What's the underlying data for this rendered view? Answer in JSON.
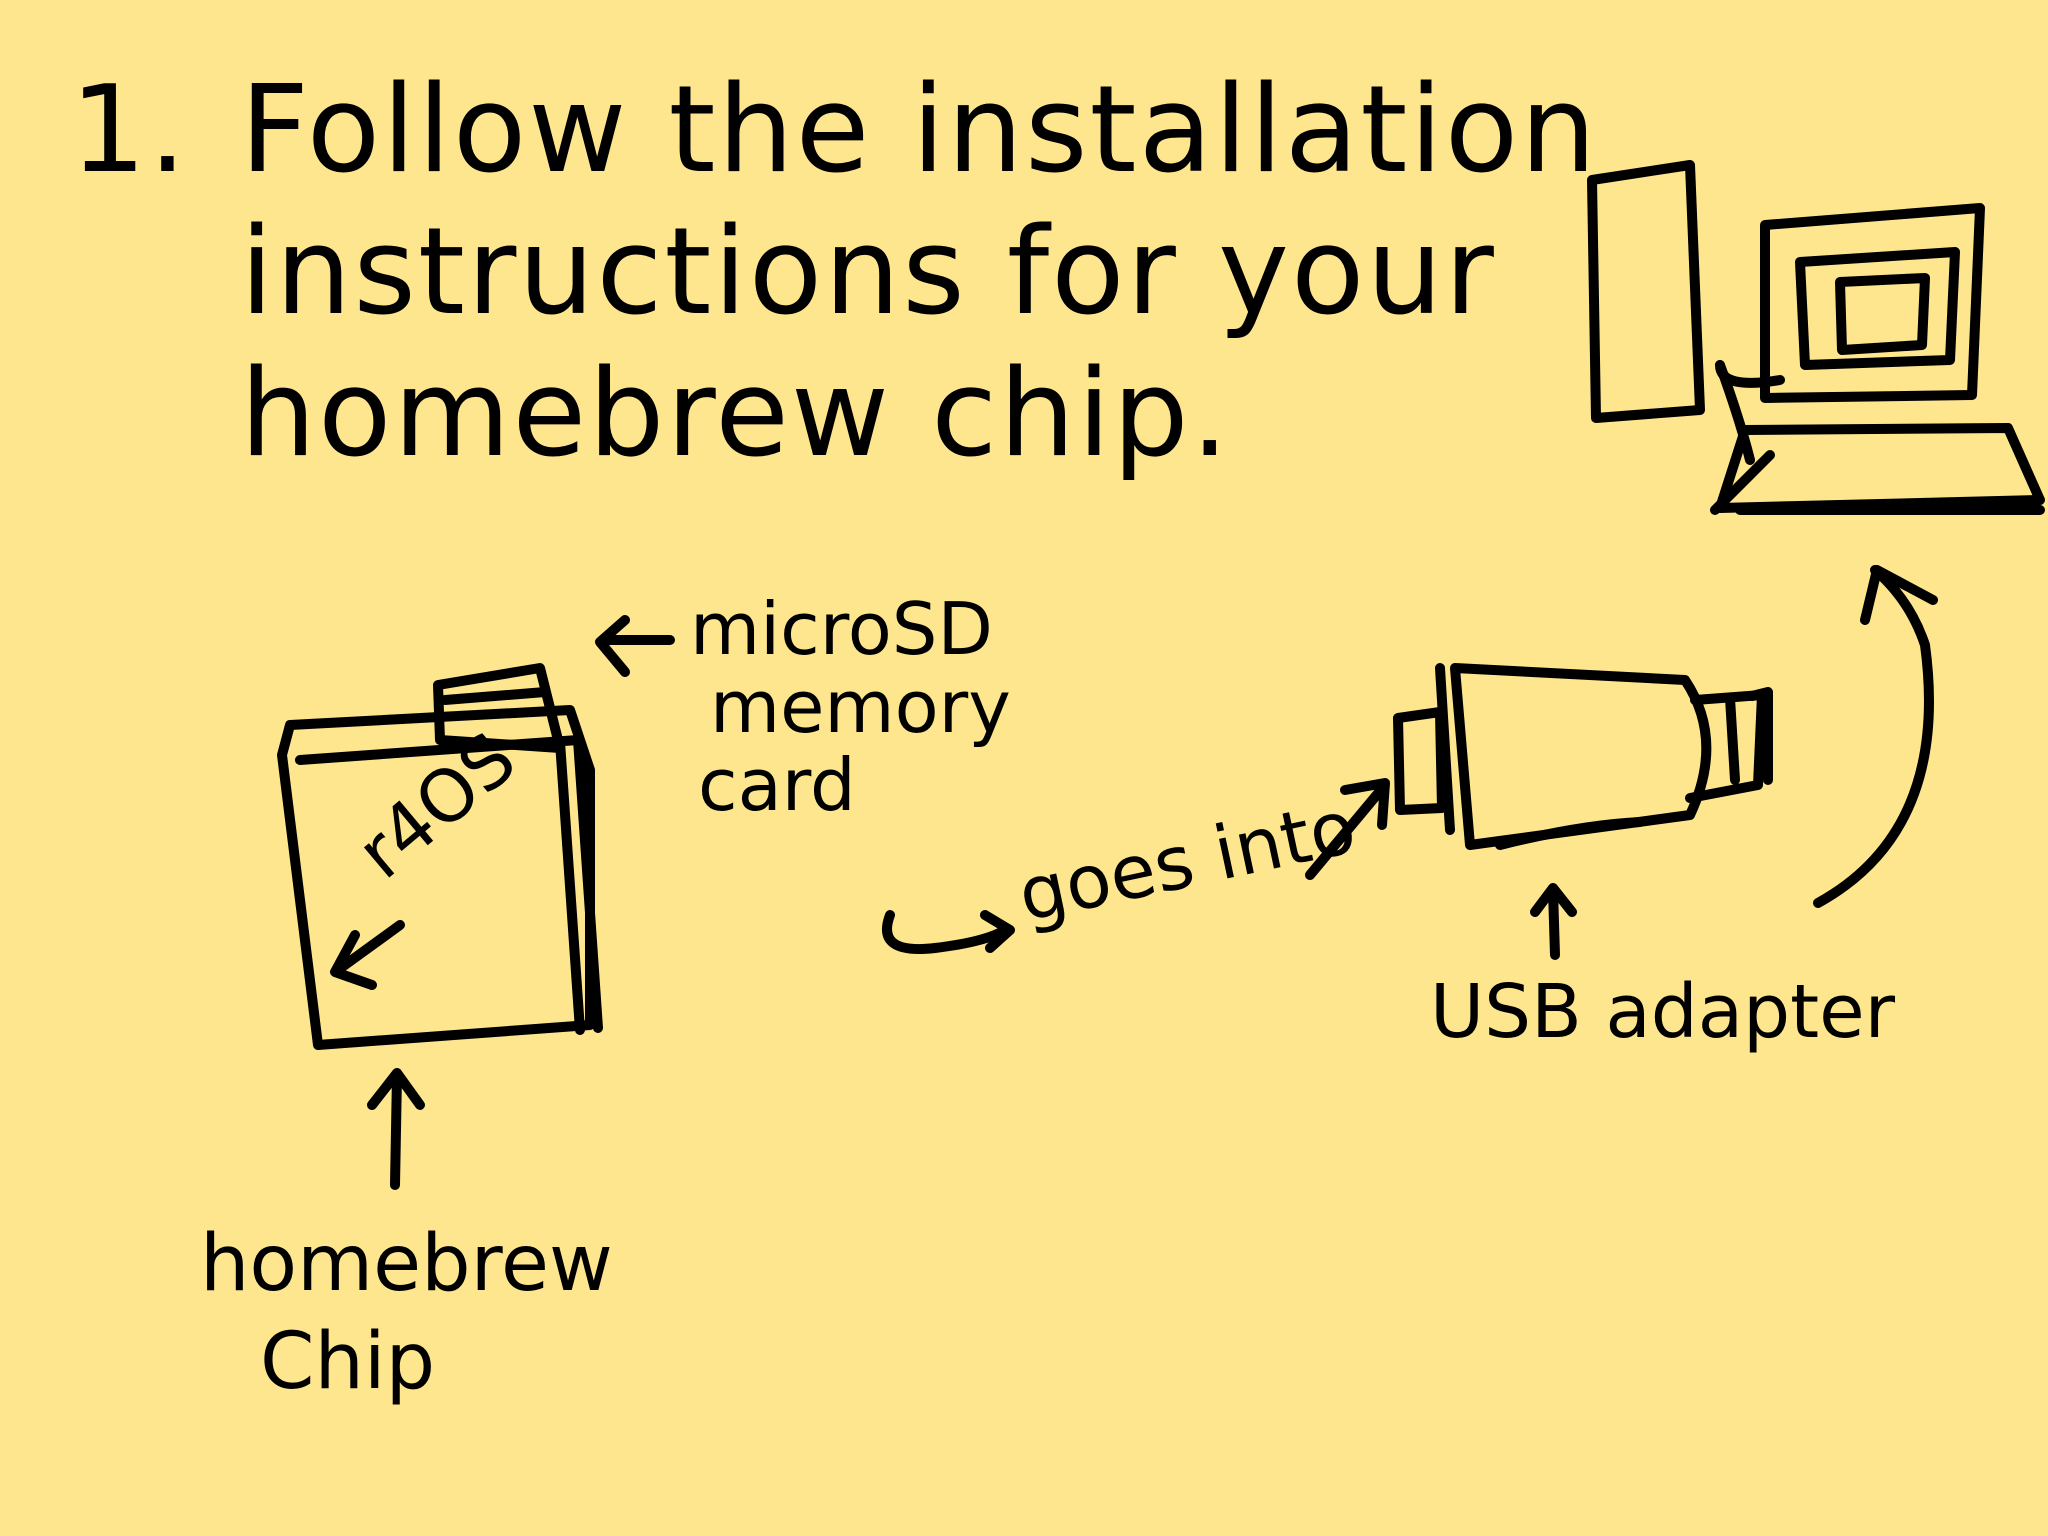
{
  "step": {
    "number": "1.",
    "lines": [
      "Follow the installation",
      "instructions for your",
      "homebrew chip."
    ]
  },
  "labels": {
    "microsd": [
      "microSD",
      "memory",
      "card"
    ],
    "chip_marking": "r4OS",
    "goes_into": "goes into",
    "usb_adapter": "USB adapter",
    "homebrew_chip": [
      "homebrew",
      "Chip"
    ]
  },
  "colors": {
    "background": "#fee68f",
    "ink": "#000000"
  }
}
